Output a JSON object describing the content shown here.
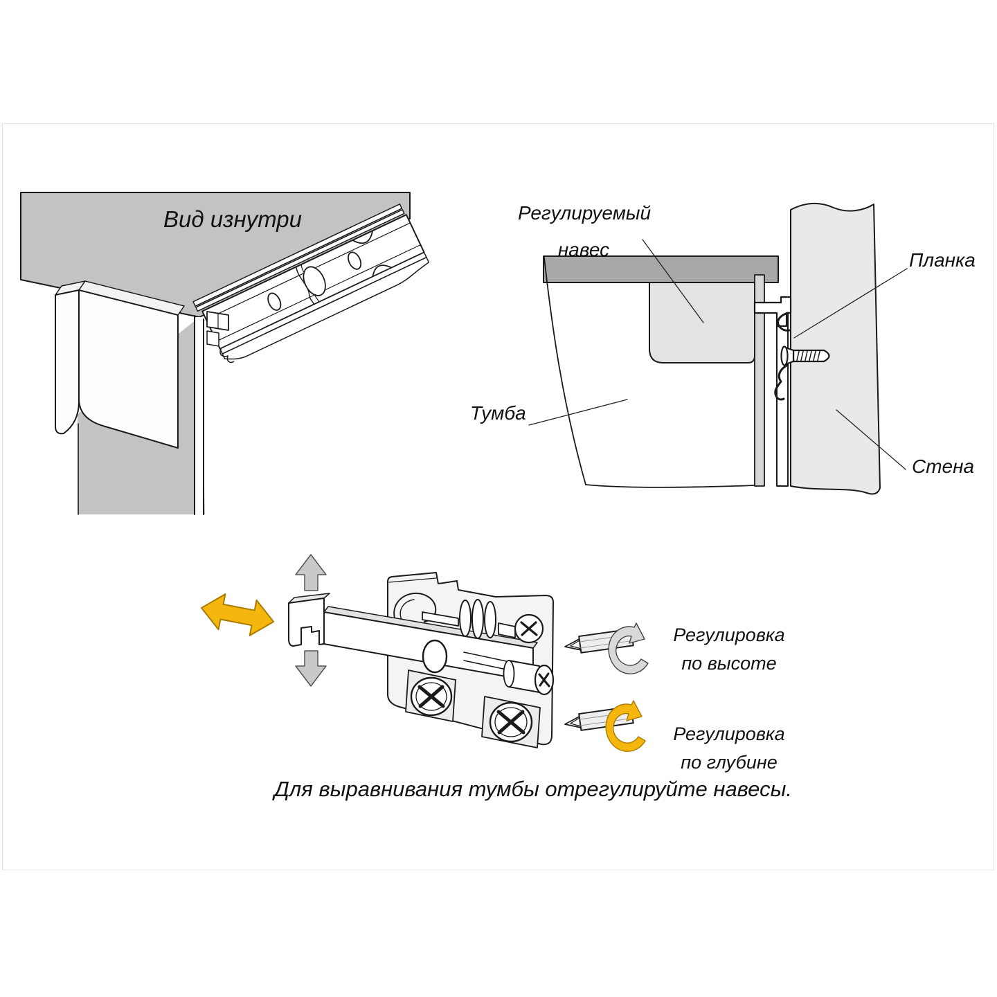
{
  "inside_view": {
    "title": "Вид изнутри"
  },
  "cross_section": {
    "label_adjustable_hanger_line1": "Регулируемый",
    "label_adjustable_hanger_line2": "навес",
    "label_rail": "Планка",
    "label_cabinet": "Тумба",
    "label_wall": "Стена"
  },
  "mechanism": {
    "label_height_line1": "Регулировка",
    "label_height_line2": "по высоте",
    "label_depth_line1": "Регулировка",
    "label_depth_line2": "по глубине"
  },
  "caption": "Для выравнивания тумбы отрегулируйте навесы.",
  "icons": {
    "horizontal_move_arrow": "double-headed-arrow",
    "move_up_arrow": "up-arrow",
    "move_down_arrow": "down-arrow",
    "height_rotate_arrow": "curved-rotation-arrow",
    "depth_rotate_arrow": "curved-rotation-arrow"
  },
  "colors": {
    "panel_gray": "#c3c3c3",
    "top_band_gray": "#a8a8a8",
    "hanger_block_gray": "#e3e3e3",
    "back_panel_gray": "#d6d6d6",
    "wall_gray": "#e9e9e9",
    "outline": "#1a1a1a",
    "arrow_gray": "#c9c9c9",
    "arrow_yellow": "#f5b60d",
    "arrow_yellow_outline": "#a97b00"
  }
}
